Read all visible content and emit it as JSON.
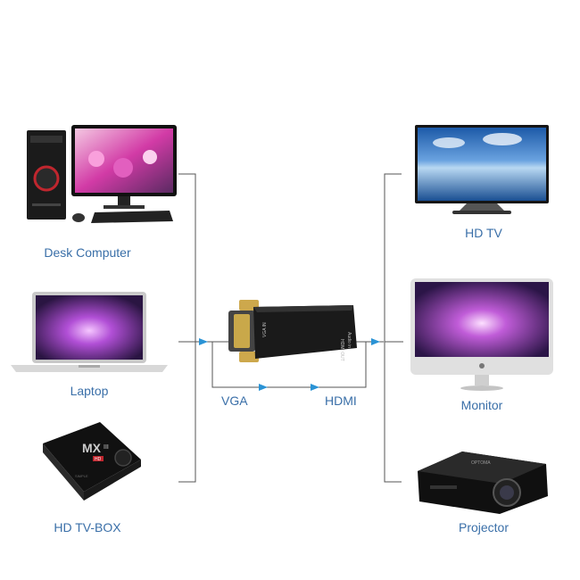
{
  "inputs": {
    "desk_computer": "Desk Computer",
    "laptop": "Laptop",
    "tv_box": "HD TV-BOX"
  },
  "outputs": {
    "hd_tv": "HD TV",
    "monitor": "Monitor",
    "projector": "Projector"
  },
  "connectors": {
    "vga": "VGA",
    "hdmi": "HDMI"
  },
  "adapter_text": {
    "vga_in": "VGA IN",
    "audio_in": "Audio in",
    "hdmi_out": "HDMI OUT"
  },
  "device_text": {
    "tv_box_brand": "MX",
    "tv_box_model": "III",
    "tv_box_tag": "HD",
    "tv_box_lid": "SIMPLE",
    "projector_brand": "OPTOMA"
  },
  "colors": {
    "label": "#3a6fa8",
    "wire": "#555555",
    "arrow": "#2a93d5"
  }
}
